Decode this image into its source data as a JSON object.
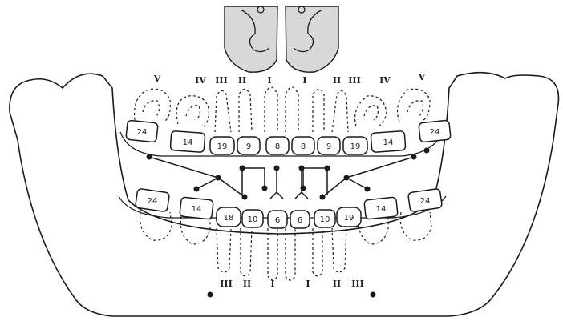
{
  "upper_roman": [
    "V",
    "IV",
    "III",
    "II",
    "I",
    "I",
    "II",
    "III",
    "IV",
    "V"
  ],
  "upper_teeth": [
    "24",
    "14",
    "19",
    "9",
    "8",
    "8",
    "9",
    "19",
    "14",
    "24"
  ],
  "lower_teeth": [
    "24",
    "14",
    "18",
    "10",
    "6",
    "6",
    "10",
    "19",
    "14",
    "24"
  ],
  "lower_roman": [
    "III",
    "II",
    "I",
    "I",
    "II",
    "III"
  ],
  "colors": {
    "line": "#1a1a1a",
    "fill": "#ffffff",
    "incisor_fill": "#d8d8d8",
    "background": "#ffffff"
  }
}
